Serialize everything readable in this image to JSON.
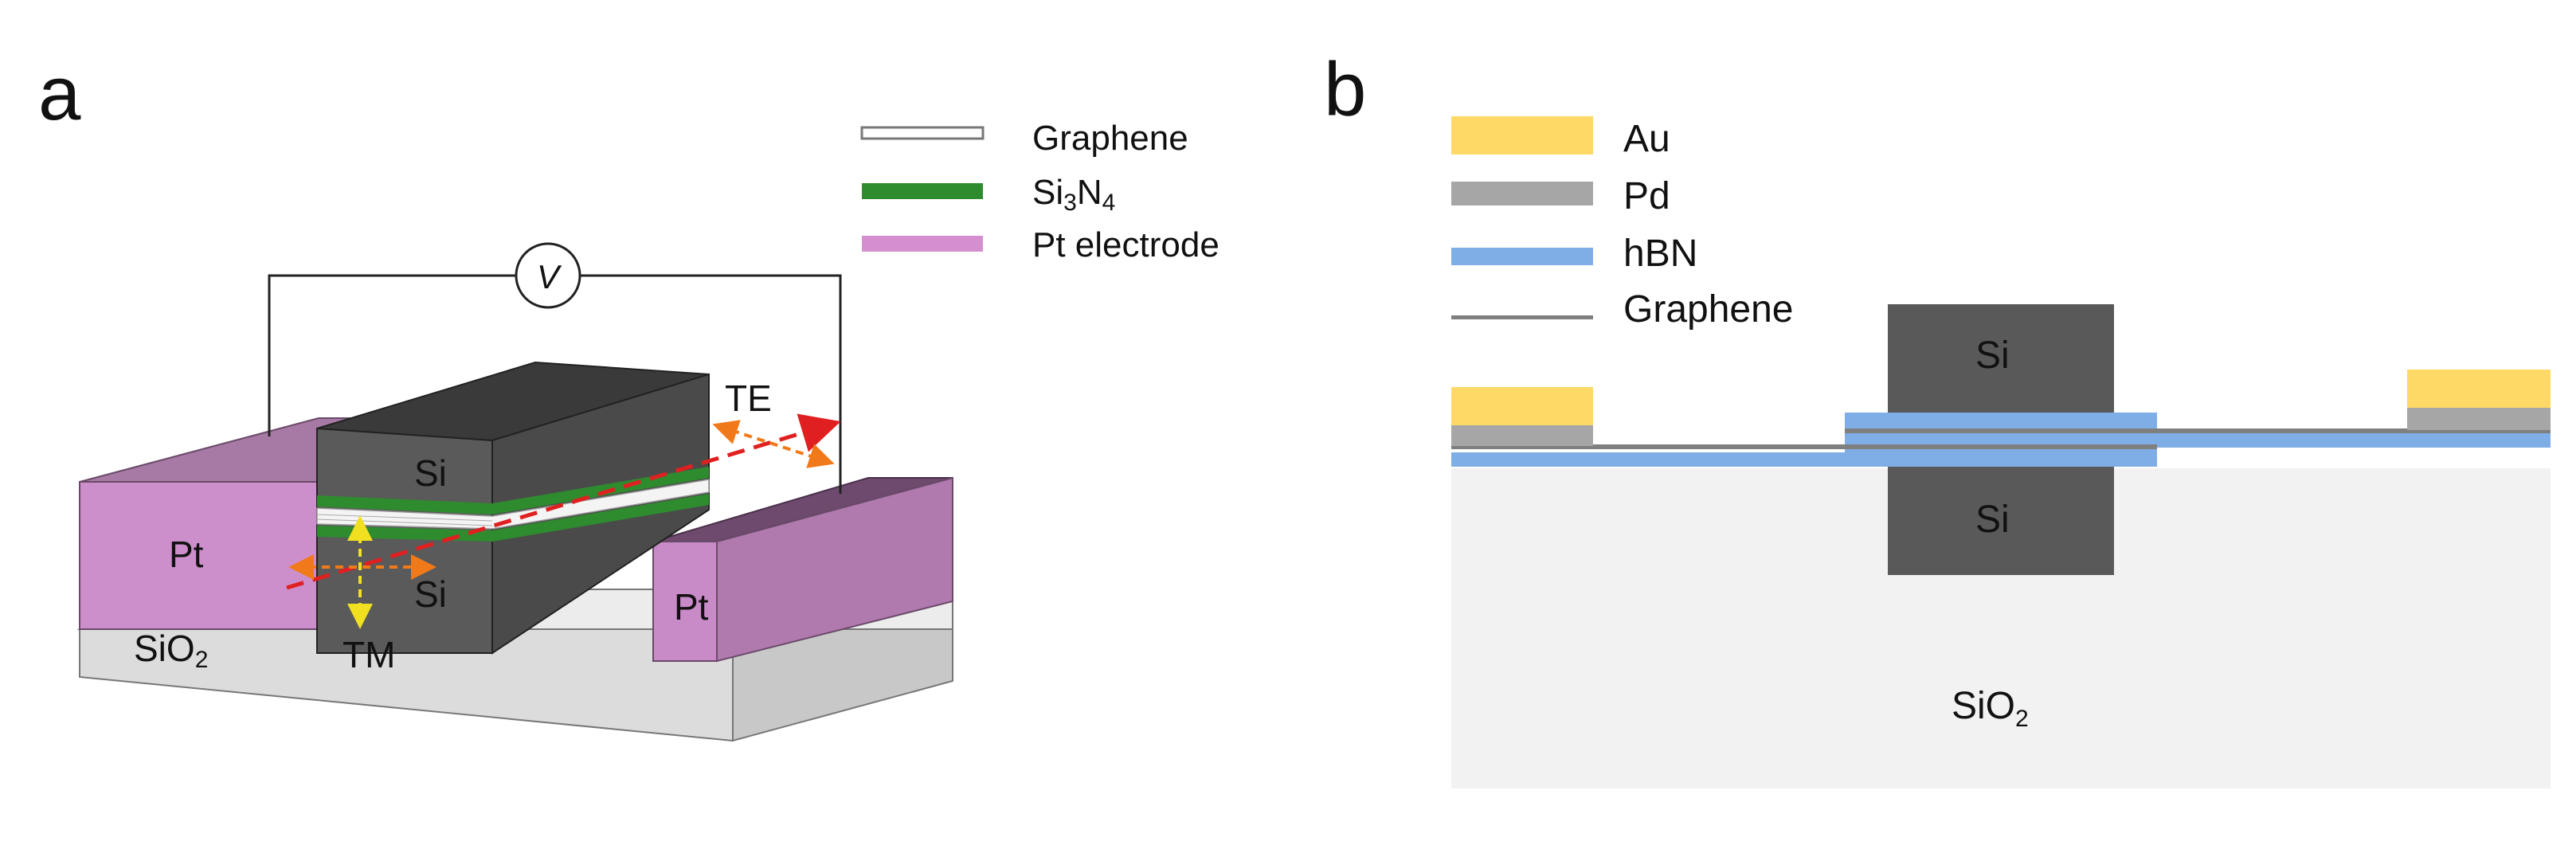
{
  "panel_a": {
    "letter": "a",
    "legend": [
      {
        "label": "Graphene",
        "color": "#ffffff",
        "stroke": "#777777"
      },
      {
        "label_main": "Si",
        "label_sub1": "3",
        "label_mid": "N",
        "label_sub2": "4",
        "color": "#2e8b2e"
      },
      {
        "label": "Pt electrode",
        "color": "#d58fd0"
      }
    ],
    "voltmeter": "V",
    "labels": {
      "si_top": "Si",
      "si_bottom": "Si",
      "pt_left": "Pt",
      "pt_right": "Pt",
      "sio2_main": "SiO",
      "sio2_sub": "2",
      "te": "TE",
      "tm": "TM"
    },
    "colors": {
      "pt": "#cd8fcc",
      "si_top_face": "#3a3a3a",
      "si_front": "#5a5a5a",
      "si3n4": "#2e8b2e",
      "beam": "#e02020",
      "te_arrow": "#f07a1a",
      "tm_arrow": "#f0e020",
      "sio2": "#dcdcdc"
    }
  },
  "panel_b": {
    "letter": "b",
    "legend": [
      {
        "label": "Au",
        "color": "#ffd966"
      },
      {
        "label": "Pd",
        "color": "#a6a6a6"
      },
      {
        "label": "hBN",
        "color": "#7faee6"
      },
      {
        "label": "Graphene",
        "color": "#7f7f7f"
      }
    ],
    "labels": {
      "si_top": "Si",
      "si_bottom": "Si",
      "sio2_main": "SiO",
      "sio2_sub": "2"
    },
    "colors": {
      "substrate": "#f2f2f2",
      "si": "#595959",
      "au": "#ffd966",
      "pd": "#a6a6a6",
      "hbn": "#7faee6",
      "graphene": "#7f7f7f"
    }
  }
}
